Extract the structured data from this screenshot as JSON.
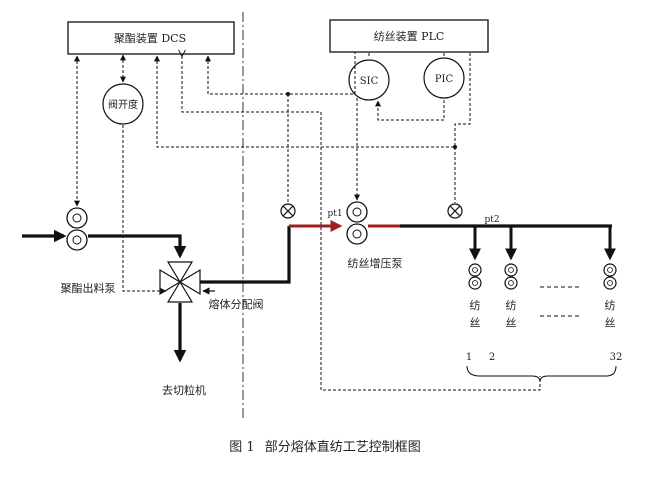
{
  "boxes": {
    "dcs": "聚酯装置 DCS",
    "plc": "纺丝装置 PLC"
  },
  "controllers": {
    "valve_position": "阀开度",
    "sic": "SIC",
    "pic": "PIC"
  },
  "labels": {
    "booster_pump": "聚酯出料泵",
    "melt_distributor": "熔体分配阀",
    "spin_pump": "纺丝增压泵",
    "cutter": "去切粒机",
    "pt1": "pt1",
    "pt2": "pt2"
  },
  "spinnerets": {
    "labels": [
      "纺\n丝",
      "纺\n丝",
      "纺\n丝"
    ],
    "numbers": [
      "1",
      "2",
      "32"
    ]
  },
  "caption": {
    "number": "图 1",
    "text": "部分熔体直纺工艺控制框图"
  },
  "colors": {
    "line": "#111111",
    "red_line": "#9c1f1f"
  }
}
